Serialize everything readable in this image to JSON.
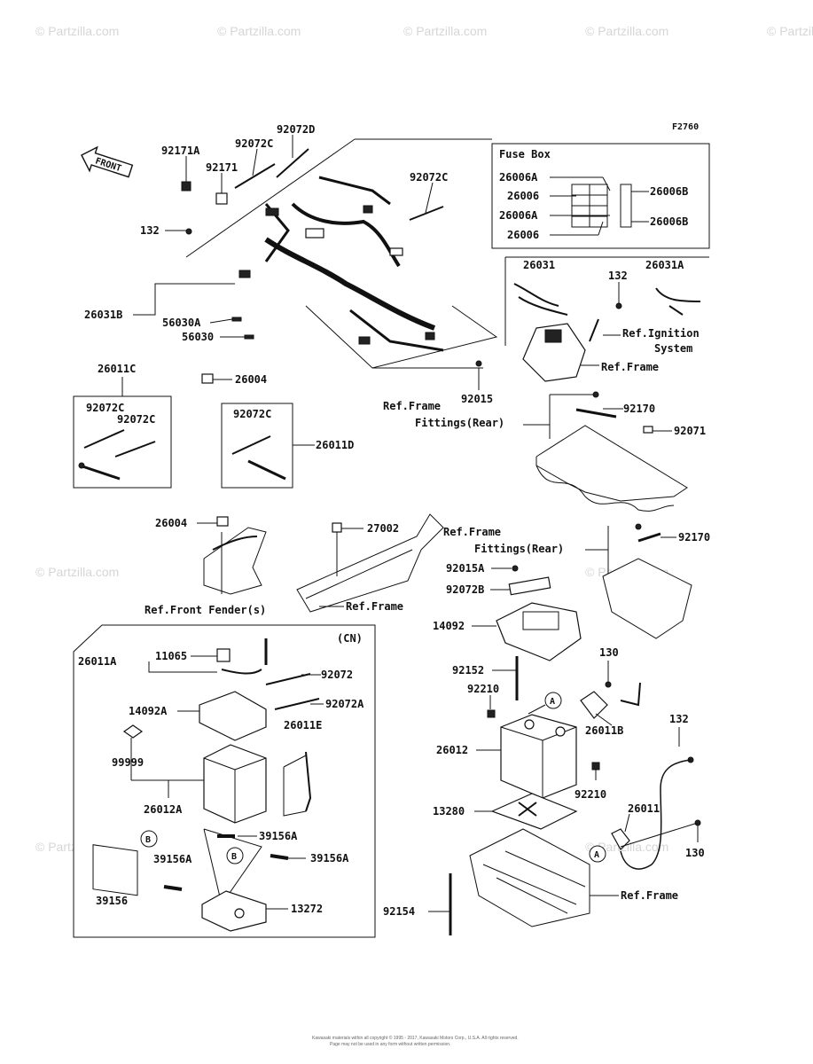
{
  "diagram_code": "F2760",
  "front_arrow": "FRONT",
  "fuse_box": {
    "title": "Fuse Box",
    "left_labels": [
      "26006A",
      "26006",
      "26006A",
      "26006"
    ],
    "right_labels": [
      "26006B",
      "26006B"
    ]
  },
  "cn_box_label": "(CN)",
  "parts": {
    "p92171A": "92171A",
    "p92171": "92171",
    "p92072C_top": "92072C",
    "p92072D": "92072D",
    "p92072C_r": "92072C",
    "p132_a": "132",
    "p26031B": "26031B",
    "p56030A": "56030A",
    "p56030": "56030",
    "p26031": "26031",
    "p132_b": "132",
    "p26031A": "26031A",
    "p26004_a": "26004",
    "p92015": "92015",
    "p26011C": "26011C",
    "p92072C_1": "92072C",
    "p92072C_2": "92072C",
    "p92072C_3": "92072C",
    "p26011D": "26011D",
    "p92170_a": "92170",
    "p92071": "92071",
    "p26004_b": "26004",
    "p27002": "27002",
    "p92170_b": "92170",
    "p92015A": "92015A",
    "p92072B": "92072B",
    "p14092": "14092",
    "p92152": "92152",
    "p92210_a": "92210",
    "p130_a": "130",
    "p26011B": "26011B",
    "p26012": "26012",
    "p92210_b": "92210",
    "p132_c": "132",
    "p13280": "13280",
    "p26011": "26011",
    "p130_b": "130",
    "p92154": "92154",
    "p26011A": "26011A",
    "p11065": "11065",
    "p92072": "92072",
    "p92072A": "92072A",
    "p14092A": "14092A",
    "p26011E": "26011E",
    "p99999": "99999",
    "p26012A": "26012A",
    "p39156A_1": "39156A",
    "p39156A_2": "39156A",
    "p39156A_3": "39156A",
    "p39156": "39156",
    "p13272": "13272"
  },
  "refs": {
    "ignition_1": "Ref.Ignition",
    "ignition_2": "System",
    "frame_a": "Ref.Frame",
    "frame_fittings_a1": "Ref.Frame",
    "frame_fittings_a2": "Fittings(Rear)",
    "frame_fittings_b1": "Ref.Frame",
    "frame_fittings_b2": "Fittings(Rear)",
    "front_fender": "Ref.Front Fender(s)",
    "frame_b": "Ref.Frame",
    "frame_c": "Ref.Frame"
  },
  "callouts": {
    "A": "A",
    "B": "B"
  },
  "watermark": "© Partzilla.com",
  "footer_1": "Kawasaki materials within all copyright © 1995 - 2017, Kawasaki Motors Corp., U.S.A. All rights reserved.",
  "footer_2": "Page may not be used in any form without written permission."
}
